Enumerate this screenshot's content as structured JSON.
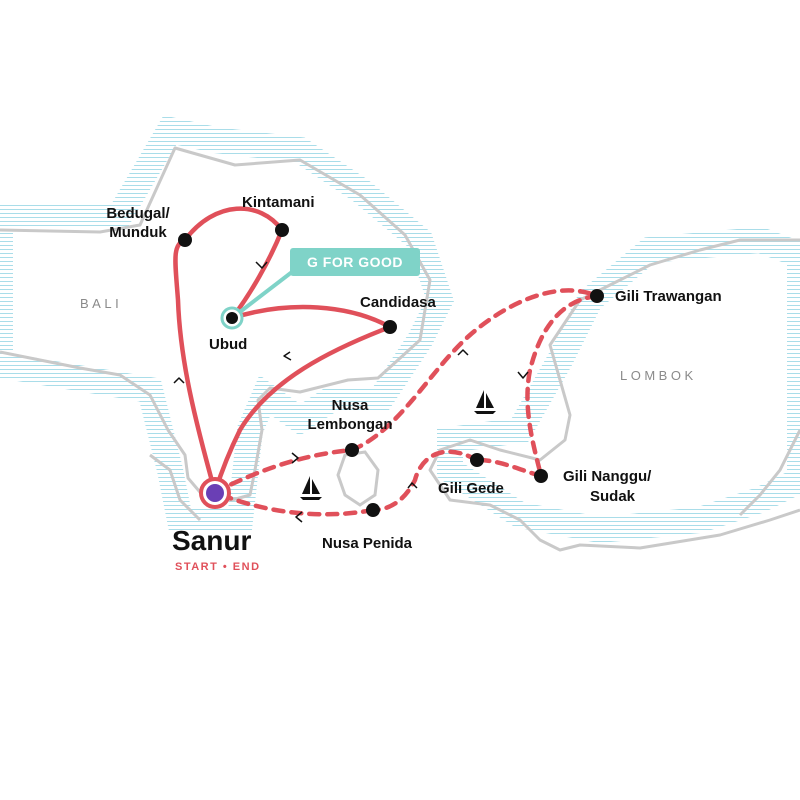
{
  "map": {
    "regions": {
      "bali": "BALI",
      "lombok": "LOMBOK"
    },
    "badge": {
      "label": "G FOR GOOD",
      "color": "#7fd3c8"
    },
    "start": {
      "name": "Sanur",
      "subtitle": "START • END"
    },
    "stops": {
      "bedugal_line1": "Bedugal/",
      "bedugal_line2": "Munduk",
      "kintamani": "Kintamani",
      "ubud": "Ubud",
      "candidasa": "Candidasa",
      "nusa_lembongan_line1": "Nusa",
      "nusa_lembongan_line2": "Lembongan",
      "nusa_penida": "Nusa Penida",
      "gili_gede": "Gili Gede",
      "gili_nanggu_line1": "Gili Nanggu/",
      "gili_nanggu_line2": "Sudak",
      "gili_trawangan": "Gili Trawangan"
    },
    "colors": {
      "route": "#e0505a",
      "coast": "#c9c9c9",
      "water": "#9fd9e6",
      "marker": "#111111",
      "start_fill": "#6a3fb5",
      "teal": "#7fd3c8"
    },
    "icons": [
      "sailboat-icon",
      "sailboat-icon"
    ]
  }
}
